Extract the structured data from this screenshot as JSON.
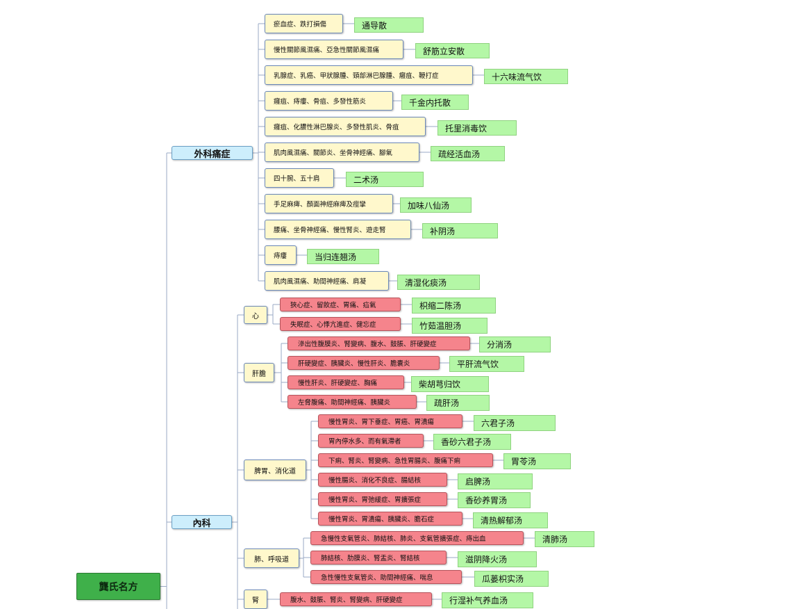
{
  "root": {
    "label": "龔氏名方"
  },
  "surgery": {
    "label": "外科痛症",
    "items": [
      {
        "indication": "瘀血症、跌打損傷",
        "formula": "通导散"
      },
      {
        "indication": "慢性關節風濕痛、亞急性關節風濕痛",
        "formula": "舒筋立安散"
      },
      {
        "indication": "乳腺症、乳癌、甲狀腺腫、頸部淋巴腺腫、癰疽、鞭打症",
        "formula": "十六味流气饮"
      },
      {
        "indication": "癰疽、痔瘻、骨疽、多發性筋炎",
        "formula": "千金内托散"
      },
      {
        "indication": "癰疽、化膿性淋巴腺炎、多發性肌炎、骨疽",
        "formula": "托里消毒饮"
      },
      {
        "indication": "肌肉風濕痛、關節炎、坐骨神經痛、腳氣",
        "formula": "疏经活血汤"
      },
      {
        "indication": "四十腕、五十肩",
        "formula": "二术汤"
      },
      {
        "indication": "手足麻痺、顏面神經麻痺及痙攣",
        "formula": "加味八仙汤"
      },
      {
        "indication": "腰痛、坐骨神經痛、慢性腎炎、遊走腎",
        "formula": "补阴汤"
      },
      {
        "indication": "痔瘻",
        "formula": "当归连翘汤"
      },
      {
        "indication": "肌肉風濕痛、助間神經痛、肩凝",
        "formula": "清湿化痰汤"
      }
    ]
  },
  "internal": {
    "label": "內科",
    "groups": [
      {
        "organ": "心",
        "items": [
          {
            "indication": "狹心症、留飲症、胃痛、疝氣",
            "formula": "枳缩二陈汤"
          },
          {
            "indication": "失眠症、心悸亢進症、健忘症",
            "formula": "竹茹温胆汤"
          }
        ]
      },
      {
        "organ": "肝膽",
        "items": [
          {
            "indication": "滲出性腹膜炎、腎變病、腹水、鼓脹、肝硬變症",
            "formula": "分消汤"
          },
          {
            "indication": "肝硬變症、胰臟炎、慢性肝炎、膽囊炎",
            "formula": "平肝流气饮"
          },
          {
            "indication": "慢性肝炎、肝硬變症、胸痛",
            "formula": "柴胡芎归饮"
          },
          {
            "indication": "左脅腹痛、助間神經痛、胰臟炎",
            "formula": "疏肝汤"
          }
        ]
      },
      {
        "organ": "脾胃、消化道",
        "items": [
          {
            "indication": "慢性胃炎、胃下垂症、胃癌、胃潰瘍",
            "formula": "六君子汤"
          },
          {
            "indication": "胃內停水多、而有氣滯者",
            "formula": "香砂六君子汤"
          },
          {
            "indication": "下痢、腎炎、腎變病、急性胃腸炎、腹痛下痢",
            "formula": "胃苓汤"
          },
          {
            "indication": "慢性腸炎、消化不良症、腸結核",
            "formula": "启脾汤"
          },
          {
            "indication": "慢性胃炎、胃弛緩症、胃擴張症",
            "formula": "香砂养胃汤"
          },
          {
            "indication": "慢性胃炎、胃潰瘍、胰臟炎、膽石症",
            "formula": "清热解郁汤"
          }
        ]
      },
      {
        "organ": "肺、呼吸道",
        "items": [
          {
            "indication": "急慢性支氣管炎、肺結核、肺炎、支氣管擴張症、痔出血",
            "formula": "清肺汤"
          },
          {
            "indication": "肺結核、肋膜炎、腎盂炎、腎結核",
            "formula": "滋阴降火汤"
          },
          {
            "indication": "急性慢性支氣管炎、助間神經痛、喘息",
            "formula": "瓜蒌枳实汤"
          }
        ]
      },
      {
        "organ": "腎",
        "items": [
          {
            "indication": "腹水、鼓脹、腎炎、腎變病、肝硬變症",
            "formula": "行湿补气养血汤"
          }
        ]
      }
    ]
  },
  "colors": {
    "root": "#3fb04a",
    "category": "#cdeefc",
    "organ": "#fff8cc",
    "indication_surgery": "#fff8cc",
    "indication_internal": "#f5848c",
    "formula": "#b4f7a6",
    "connector": "#9aa8c4"
  }
}
